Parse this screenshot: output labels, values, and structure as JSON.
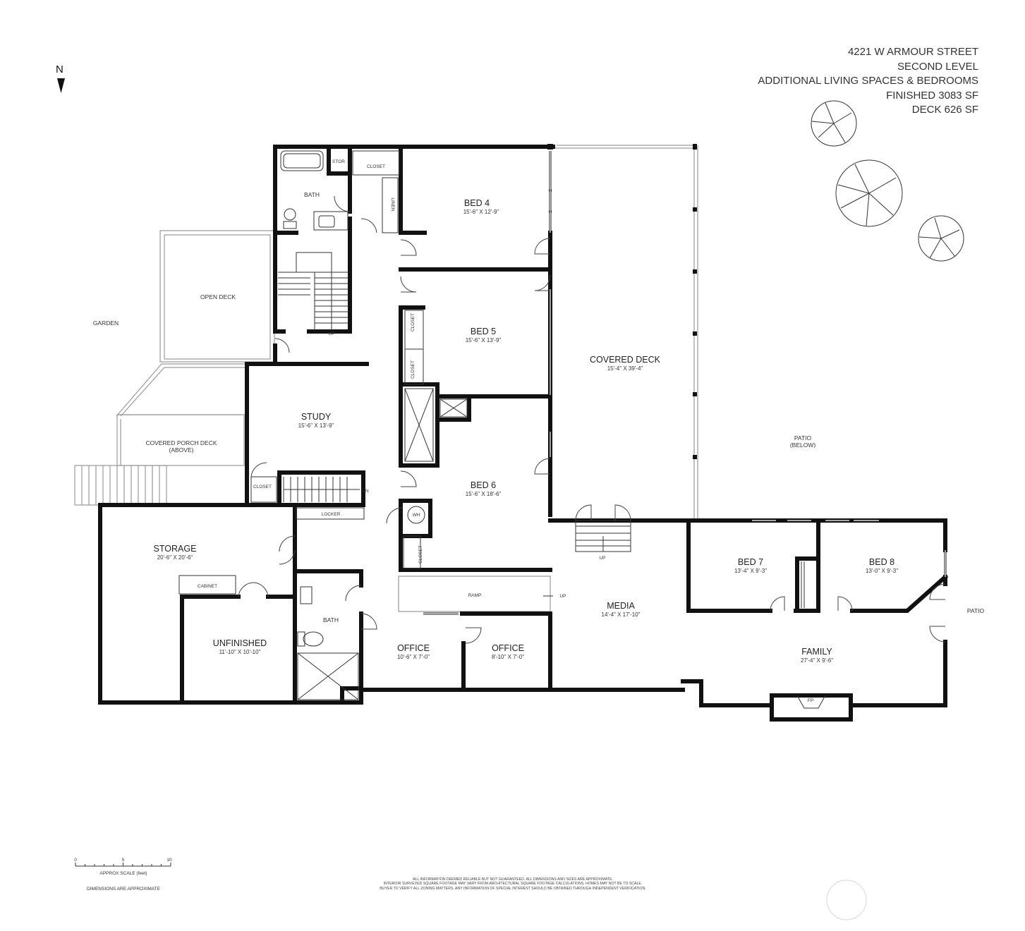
{
  "header": {
    "address": "4221 W ARMOUR STREET",
    "level": "SECOND LEVEL",
    "description": "ADDITIONAL LIVING SPACES & BEDROOMS",
    "finished": "FINISHED 3083 SF",
    "deck": "DECK 626 SF"
  },
  "north": "N",
  "rooms": {
    "bed4": {
      "name": "BED 4",
      "dims": "15'-6\" X 12'-9\""
    },
    "bed5": {
      "name": "BED 5",
      "dims": "15'-6\" X 13'-9\""
    },
    "bed6": {
      "name": "BED 6",
      "dims": "15'-6\" X 18'-6\""
    },
    "bed7": {
      "name": "BED 7",
      "dims": "13'-4\" X 9'-3\""
    },
    "bed8": {
      "name": "BED 8",
      "dims": "13'-0\" X 9'-3\""
    },
    "covered_deck": {
      "name": "COVERED DECK",
      "dims": "15'-4\" X 39'-4\""
    },
    "study": {
      "name": "STUDY",
      "dims": "15'-6\" X 13'-9\""
    },
    "storage": {
      "name": "STORAGE",
      "dims": "20'-6\" X 20'-6\""
    },
    "unfinished": {
      "name": "UNFINISHED",
      "dims": "11'-10\" X 10'-10\""
    },
    "office1": {
      "name": "OFFICE",
      "dims": "10'-6\" X 7'-0\""
    },
    "office2": {
      "name": "OFFICE",
      "dims": "8'-10\" X 7'-0\""
    },
    "media": {
      "name": "MEDIA",
      "dims": "14'-4\" X 17'-10\""
    },
    "family": {
      "name": "FAMILY",
      "dims": "27'-4\" X 9'-6\""
    }
  },
  "labels": {
    "bath_upper": "BATH",
    "bath_lower": "BATH",
    "stor": "STOR",
    "closet_top": "CLOSET",
    "linen": "LINEN",
    "closet_bed5_a": "CLOSET",
    "closet_bed5_b": "CLOSET",
    "closet_study": "CLOSET",
    "closet_bed6": "CLOSET",
    "locker": "LOCKER",
    "wh": "WH",
    "cabinet": "CABINET",
    "ramp": "RAMP",
    "up_ramp": "UP",
    "up_stairs": "UP",
    "up_deck": "UP",
    "dn": "DN",
    "fp": "FP",
    "open_deck": "OPEN DECK",
    "garden": "GARDEN",
    "covered_porch": "COVERED PORCH DECK",
    "covered_porch_sub": "(ABOVE)",
    "patio_below": "PATIO",
    "patio_below_sub": "(BELOW)",
    "patio": "PATIO"
  },
  "scale": {
    "ticks": [
      "0",
      "5",
      "10"
    ],
    "label": "APPROX SCALE (feet)",
    "note": "DIMENSIONS ARE APPROXIMATE"
  },
  "disclaimer": {
    "line1": "ALL INFORMATION DEEMED RELIABLE BUT NOT GUARANTEED. ALL DIMENSIONS AND SIZES ARE APPROXIMATE.",
    "line2": "INTERIOR SURVEYED SQUARE FOOTAGE MAY VARY FROM ARCHITECTURAL SQUARE FOOTAGE CALCULATIONS. HOMES MAY NOT BE TO SCALE.",
    "line3": "BUYER TO VERIFY ALL ZONING MATTERS. ANY INFORMATION OF SPECIAL INTEREST SHOULD BE OBTAINED THROUGH INDEPENDENT VERIFICATION."
  },
  "colors": {
    "wall": "#111111",
    "thin_line": "#555555",
    "light_line": "#9a9a9a",
    "text": "#222222"
  }
}
